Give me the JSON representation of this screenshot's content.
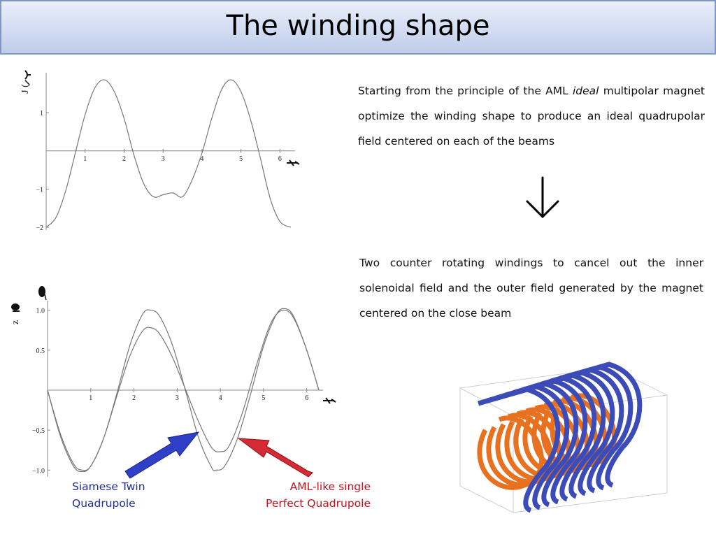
{
  "slide": {
    "title": "The winding shape",
    "para1": {
      "part1": "Starting from the principle of the AML ",
      "italic": "ideal",
      "part2": " multipolar magnet optimize the winding shape to produce an ideal quadrupolar field centered on each of the beams"
    },
    "para2": "Two counter rotating windings to cancel out the inner solenoidal field and the outer field generated by the magnet centered on the close beam",
    "caption_left": [
      "Siamese Twin",
      "Quadrupole"
    ],
    "caption_right": [
      "AML-like single",
      "Perfect Quadrupole"
    ],
    "colors": {
      "blue_arrow": "#2f3fc8",
      "red_arrow": "#d42b34",
      "curve": "#777777",
      "title_border": "#7f97c2"
    },
    "icons": [
      "down-arrow-icon",
      "coil-3d-image"
    ]
  },
  "chart_data": [
    {
      "type": "line",
      "ylabel": "J (",
      "xticks": [
        "1",
        "2",
        "3",
        "4",
        "5",
        "6"
      ],
      "yticks": [
        "1",
        "−1",
        "−2"
      ],
      "xlim": [
        0,
        6.28
      ],
      "ylim": [
        -2,
        1.9
      ],
      "series": [
        {
          "x": [
            0,
            0.25,
            0.5,
            0.75,
            1.0,
            1.25,
            1.5,
            1.75,
            2.0,
            2.25,
            2.5,
            2.75,
            3.0,
            3.25,
            3.5,
            3.75,
            4.0,
            4.25,
            4.5,
            4.75,
            5.0,
            5.25,
            5.5,
            5.75,
            6.0,
            6.28
          ],
          "y": [
            -2.0,
            -1.75,
            -1.05,
            -0.05,
            0.95,
            1.65,
            1.86,
            1.55,
            0.85,
            -0.1,
            -0.85,
            -1.2,
            -1.15,
            -1.1,
            -1.2,
            -0.75,
            -0.05,
            0.85,
            1.6,
            1.86,
            1.55,
            0.8,
            -0.2,
            -1.25,
            -1.85,
            -2.0
          ]
        }
      ]
    },
    {
      "type": "line",
      "ylabel": "z",
      "xticks": [
        "1",
        "2",
        "3",
        "4",
        "5",
        "6"
      ],
      "yticks": [
        "1.0",
        "0.5",
        "−0.5",
        "−1.0"
      ],
      "xlim": [
        0,
        6.28
      ],
      "ylim": [
        -1.05,
        1.05
      ],
      "series": [
        {
          "x": [
            0,
            0.3,
            0.6,
            0.8,
            1.0,
            1.3,
            1.6,
            1.9,
            2.2,
            2.4,
            2.6,
            2.9,
            3.2,
            3.5,
            3.8,
            3.9,
            4.1,
            4.4,
            4.7,
            5.0,
            5.3,
            5.5,
            5.7,
            6.0,
            6.28
          ],
          "y": [
            0.0,
            -0.55,
            -0.92,
            -1.0,
            -0.95,
            -0.6,
            -0.05,
            0.55,
            0.95,
            1.0,
            0.92,
            0.55,
            -0.02,
            -0.6,
            -0.97,
            -1.0,
            -0.95,
            -0.6,
            -0.05,
            0.55,
            0.95,
            1.02,
            0.92,
            0.5,
            0.0
          ]
        },
        {
          "x": [
            0,
            0.3,
            0.6,
            0.8,
            1.0,
            1.3,
            1.6,
            1.9,
            2.2,
            2.4,
            2.6,
            2.9,
            3.2,
            3.5,
            3.8,
            4.0,
            4.2,
            4.5,
            4.8,
            5.1,
            5.3,
            5.5,
            5.7,
            6.0,
            6.28
          ],
          "y": [
            0.0,
            -0.58,
            -0.95,
            -1.02,
            -0.95,
            -0.6,
            -0.08,
            0.42,
            0.74,
            0.78,
            0.7,
            0.4,
            0.0,
            -0.4,
            -0.72,
            -0.77,
            -0.7,
            -0.3,
            0.25,
            0.75,
            0.95,
            1.0,
            0.9,
            0.5,
            0.0
          ]
        }
      ]
    }
  ]
}
